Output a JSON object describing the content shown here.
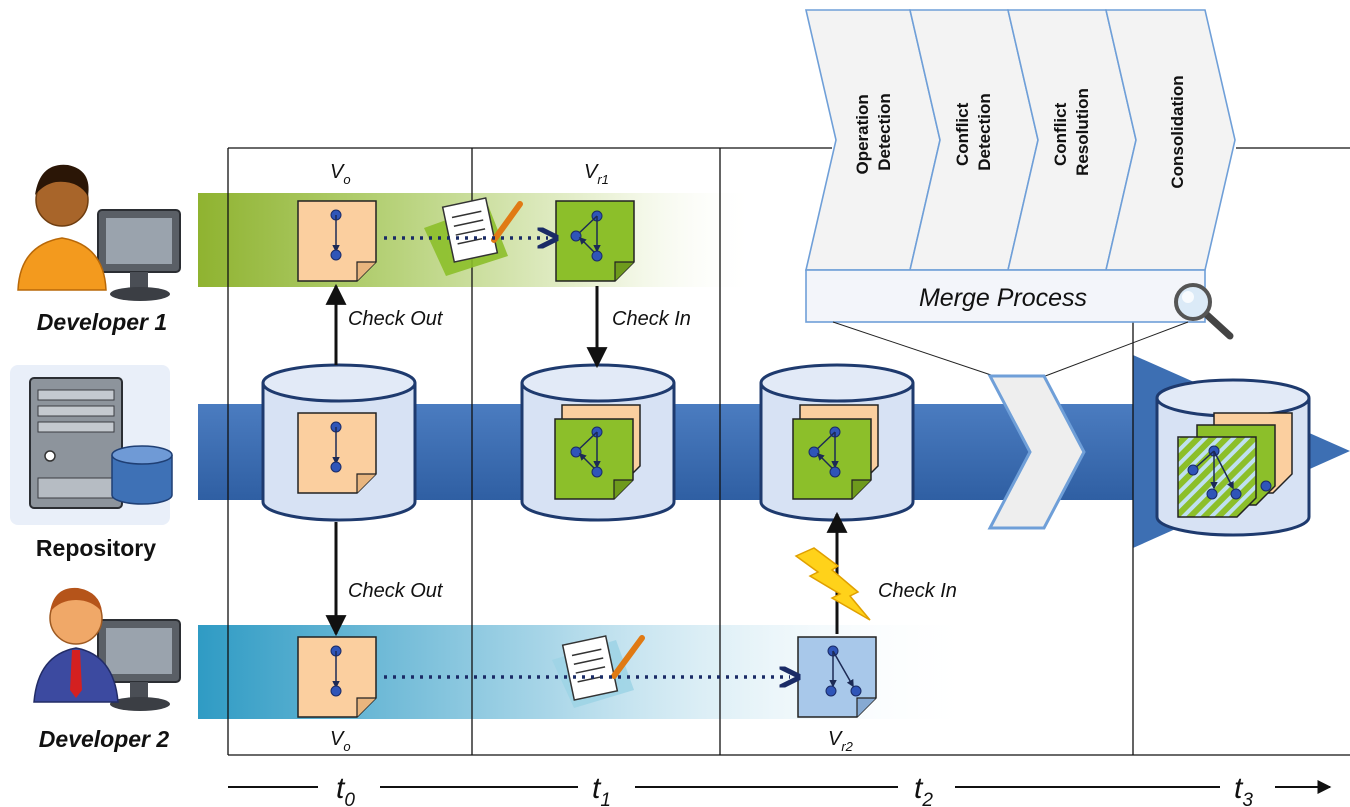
{
  "actors": {
    "developer1": "Developer 1",
    "repository": "Repository",
    "developer2": "Developer 2"
  },
  "versions": {
    "dev1_original": {
      "base": "V",
      "sub": "o"
    },
    "dev1_revised": {
      "base": "V",
      "sub": "r1"
    },
    "dev2_original": {
      "base": "V",
      "sub": "o"
    },
    "dev2_revised": {
      "base": "V",
      "sub": "r2"
    }
  },
  "actions": {
    "dev1_check_out": "Check Out",
    "dev1_check_in": "Check In",
    "dev2_check_out": "Check Out",
    "dev2_check_in": "Check In"
  },
  "merge": {
    "title": "Merge Process",
    "steps": [
      "Operation Detection",
      "Conflict Detection",
      "Conflict Resolution",
      "Consolidation"
    ],
    "step_lines": [
      [
        "Operation",
        "Detection"
      ],
      [
        "Conflict",
        "Detection"
      ],
      [
        "Conflict",
        "Resolution"
      ],
      [
        "Consolidation"
      ]
    ]
  },
  "timeline": [
    {
      "base": "t",
      "sub": "0"
    },
    {
      "base": "t",
      "sub": "1"
    },
    {
      "base": "t",
      "sub": "2"
    },
    {
      "base": "t",
      "sub": "3"
    }
  ],
  "colors": {
    "repo_band": "#3f70b5",
    "dev1_band": "#9fbf3b",
    "dev2_band": "#3ca3c6",
    "doc_original": "#fbcf9f",
    "doc_revised_dev1": "#8cbf2a",
    "doc_revised_dev2": "#a8c8ea",
    "cylinder": "#d7e2f4",
    "merge_step_fill": "#f2f2f2",
    "merge_border": "#6f9fd8"
  }
}
